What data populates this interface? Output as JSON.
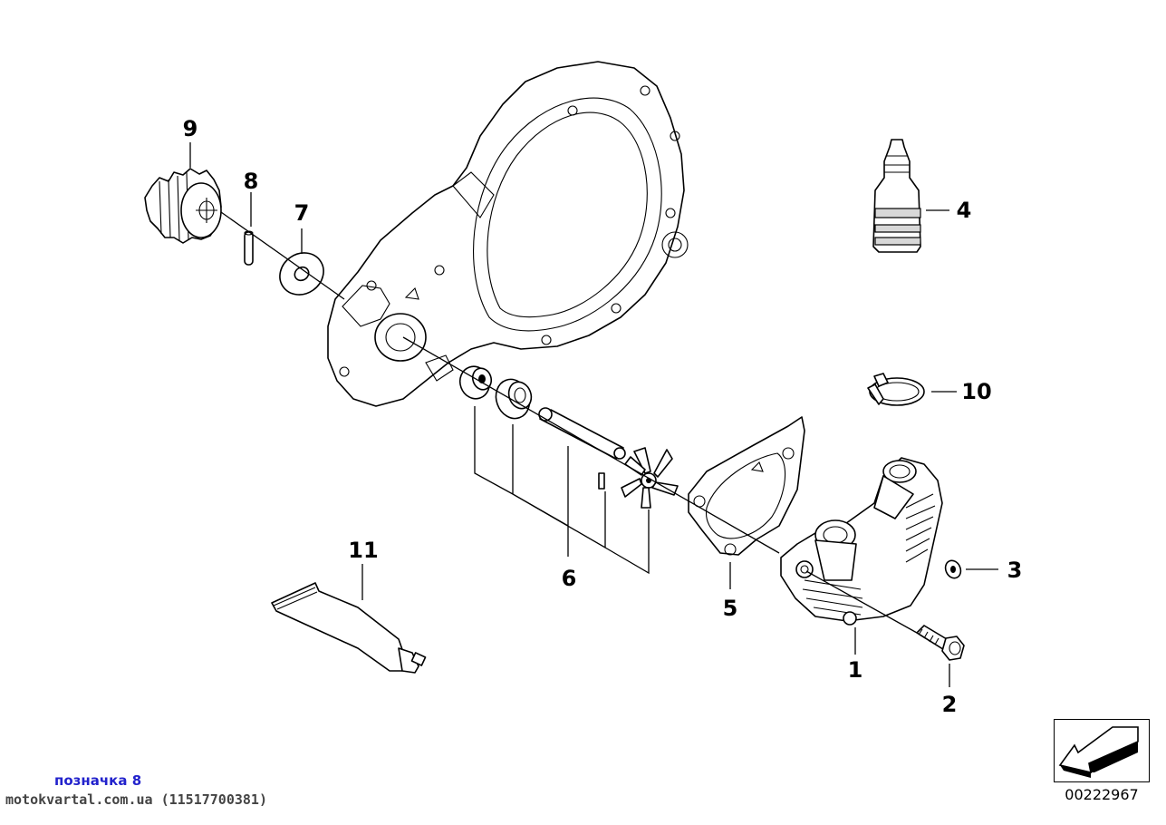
{
  "callouts": [
    {
      "number": "1",
      "part": "water pump housing"
    },
    {
      "number": "2",
      "part": "bolt"
    },
    {
      "number": "3",
      "part": "washer"
    },
    {
      "number": "4",
      "part": "sealant bottle"
    },
    {
      "number": "5",
      "part": "gasket"
    },
    {
      "number": "6",
      "part": "pump shaft set"
    },
    {
      "number": "7",
      "part": "washer"
    },
    {
      "number": "8",
      "part": "pin"
    },
    {
      "number": "9",
      "part": "gear"
    },
    {
      "number": "10",
      "part": "hose clamp"
    },
    {
      "number": "11",
      "part": "sealant tube"
    }
  ],
  "caption_note": "позначка 8",
  "caption_source": "motokvartal.com.ua (11517700381)",
  "reference_number": "00222967",
  "icons": {
    "reference_box": "arrow-down-left-icon"
  }
}
